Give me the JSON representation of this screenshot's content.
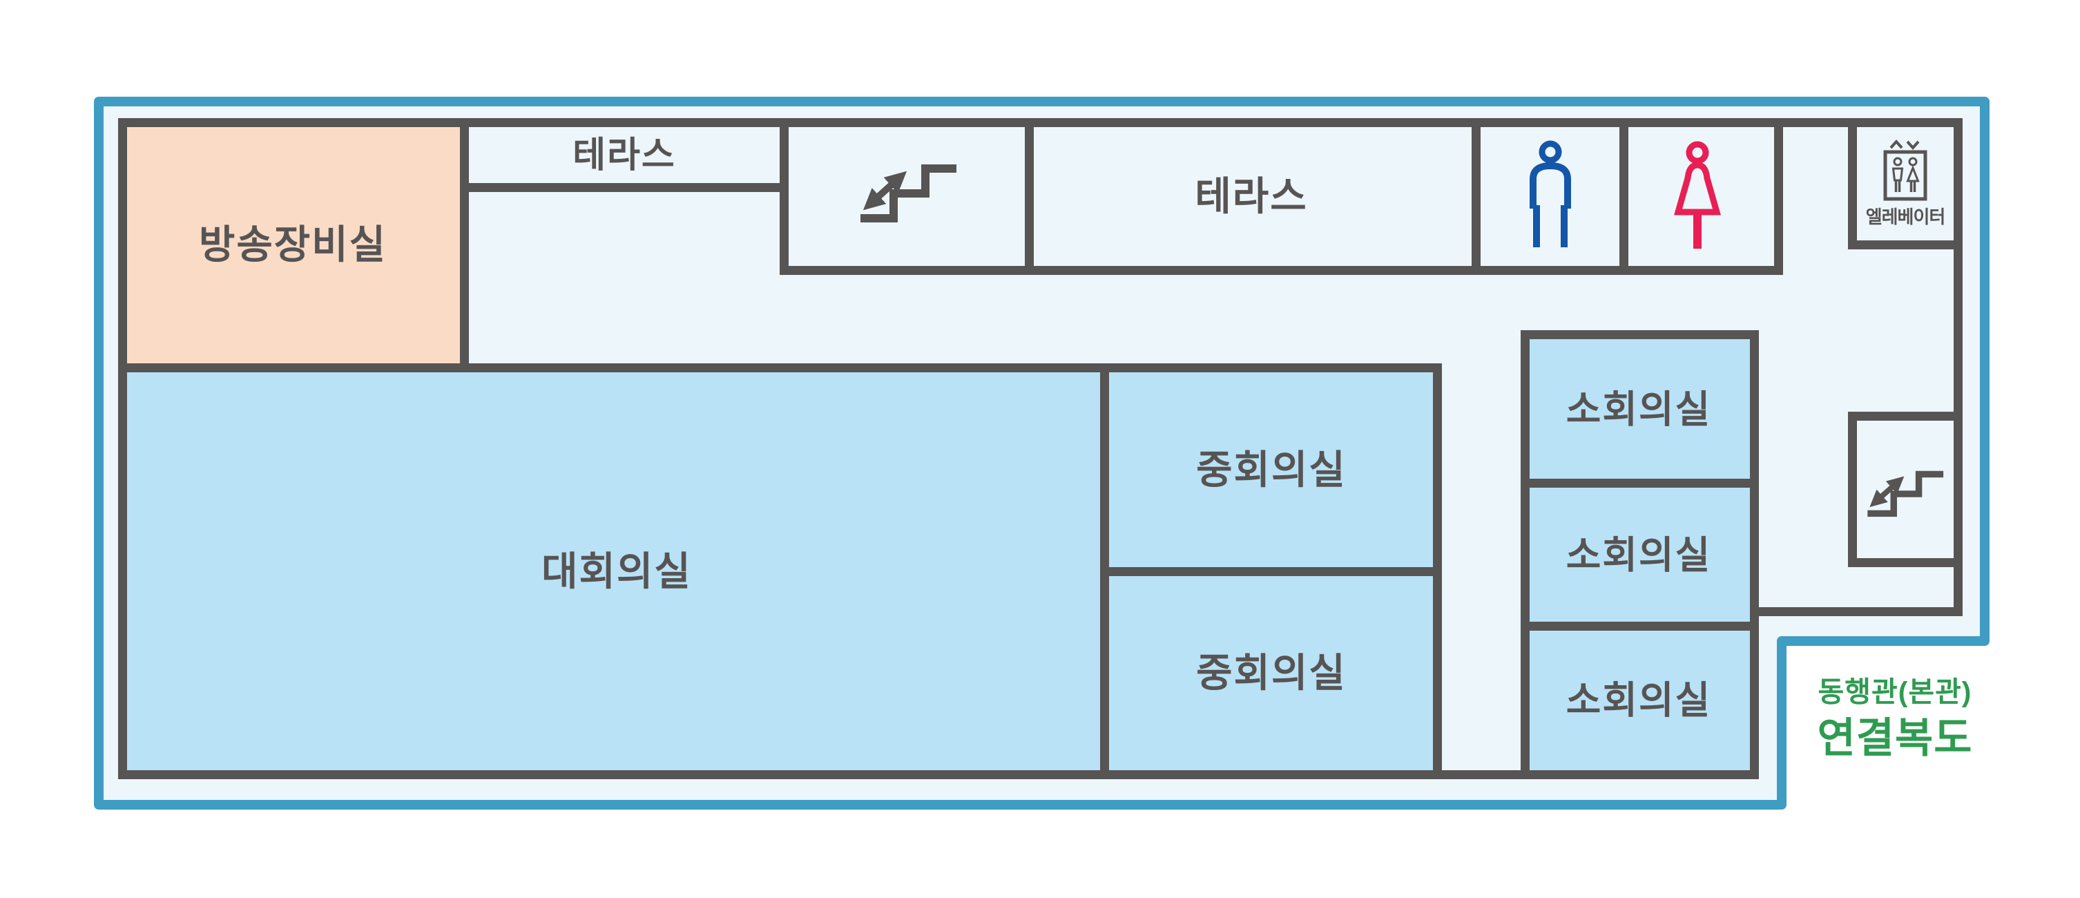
{
  "floor_plan": {
    "colors": {
      "outline_blue": "#3f9cc3",
      "floor_background": "#edf6fb",
      "wall_gray": "#575454",
      "room_blue_fill": "#b9e2f6",
      "room_peach_fill": "#fadcc6",
      "label_gray": "#575454",
      "annotation_green": "#2f9b51",
      "male_icon_blue": "#1456a8",
      "female_icon_pink": "#e81f55"
    },
    "rooms": {
      "broadcast": {
        "label": "방송장비실"
      },
      "terrace_top": {
        "label": "테라스"
      },
      "terrace_main": {
        "label": "테라스"
      },
      "large_conf": {
        "label": "대회의실"
      },
      "medium_conf_1": {
        "label": "중회의실"
      },
      "medium_conf_2": {
        "label": "중회의실"
      },
      "small_conf_1": {
        "label": "소회의실"
      },
      "small_conf_2": {
        "label": "소회의실"
      },
      "small_conf_3": {
        "label": "소회의실"
      }
    },
    "elevator": {
      "label": "엘레베이터"
    },
    "icons": {
      "stairs_upper": "stairs-updown-icon",
      "stairs_lower": "stairs-updown-icon",
      "male_restroom": "male-restroom-icon",
      "female_restroom": "female-restroom-icon",
      "elevator": "elevator-icon"
    },
    "annotation": {
      "line1": "동행관(본관)",
      "line2": "연결복도"
    }
  }
}
